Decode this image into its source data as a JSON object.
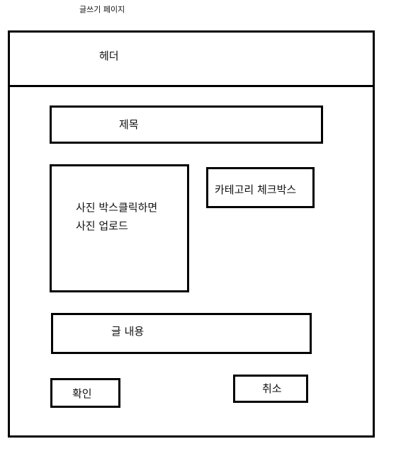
{
  "page": {
    "caption": "글쓰기 페이지"
  },
  "header": {
    "label": "헤더"
  },
  "form": {
    "title_label": "제목",
    "photo": {
      "line1": "사진 박스클릭하면",
      "line2": "사진 업로드"
    },
    "category_label": "카테고리 체크박스",
    "content_label": "글 내용"
  },
  "actions": {
    "confirm_label": "확인",
    "cancel_label": "취소"
  }
}
